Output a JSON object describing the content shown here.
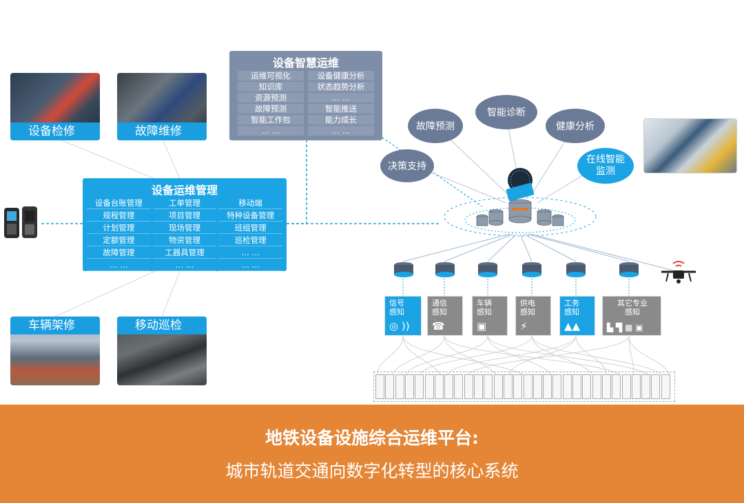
{
  "photos": {
    "top_left": {
      "caption": "设备检修"
    },
    "top_mid": {
      "caption": "故障维修"
    },
    "bottom_left": {
      "caption": "车辆架修"
    },
    "bottom_mid": {
      "caption": "移动巡检"
    }
  },
  "management": {
    "title": "设备运维管理",
    "items": [
      "设备台账管理",
      "工单管理",
      "移动端",
      "规程管理",
      "项目管理",
      "特种设备管理",
      "计划管理",
      "现场管理",
      "班组管理",
      "定额管理",
      "物资管理",
      "巡检管理",
      "故障管理",
      "工器具管理",
      "… …",
      "… …",
      "… …",
      "… …"
    ]
  },
  "smart": {
    "title": "设备智慧运维",
    "items": [
      "运维可视化",
      "设备健康分析",
      "知识库",
      "状态趋势分析",
      "资源预测",
      "… …",
      "故障预测",
      "智能推送",
      "智能工作包",
      "能力成长",
      "… …",
      "… …"
    ]
  },
  "bubbles": {
    "decision": "决策支持",
    "fault_predict": "故障预测",
    "diagnosis": "智能诊断",
    "health": "健康分析",
    "online_monitor": "在线智能监测"
  },
  "sensors": [
    {
      "label": "信号感知",
      "icon": "train-signal-icon",
      "highlight": true
    },
    {
      "label": "通信感知",
      "icon": "radio-icon",
      "highlight": false
    },
    {
      "label": "车辆感知",
      "icon": "train-icon",
      "highlight": false
    },
    {
      "label": "供电感知",
      "icon": "power-icon",
      "highlight": false
    },
    {
      "label": "工务感知",
      "icon": "track-icon",
      "highlight": true
    },
    {
      "label": "其它专业感知",
      "icon": "facility-icon",
      "highlight": false
    }
  ],
  "banner": {
    "title": "地铁设备设施综合运维平台:",
    "subtitle": "城市轨道交通向数字化转型的核心系统"
  },
  "colors": {
    "blue": "#1ba3e4",
    "slate": "#7f8ea8",
    "orange": "#e48636",
    "gray": "#8a8a8a"
  }
}
